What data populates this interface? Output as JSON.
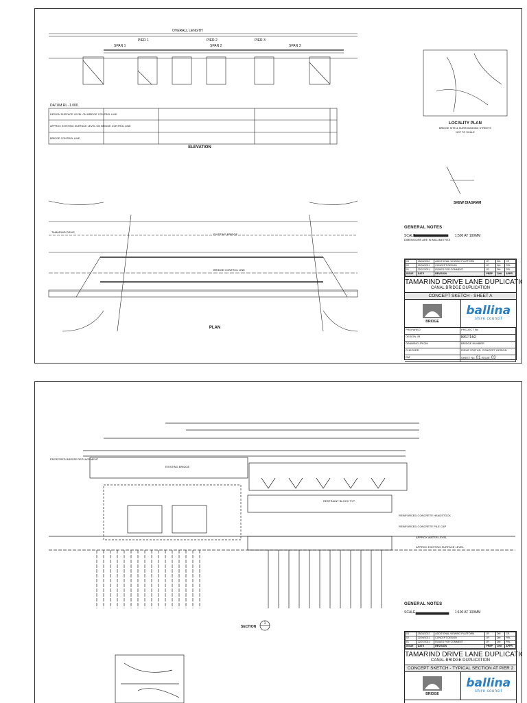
{
  "sheet_a": {
    "elevation_label": "ELEVATION",
    "plan_label": "PLAN",
    "locality_plan": {
      "title": "LOCALITY PLAN",
      "subtitle": "BRIDGE SITE & SURROUNDING STREETS",
      "scale": "NOT TO SCALE"
    },
    "skew_label": "SKEW DIAGRAM",
    "spans": [
      "SPAN 1",
      "SPAN 2",
      "SPAN 3"
    ],
    "piers": [
      "PIER 1",
      "PIER 2",
      "PIER 3"
    ],
    "datum": "DATUM RL -1.000",
    "table_rows": [
      "DESIGN SURFACE LEVEL ON BRIDGE CONTROL LINE",
      "APPROX EXISTING SURFACE LEVEL ON BRIDGE CONTROL LINE",
      "BRIDGE CONTROL LINE"
    ],
    "plan_labels": {
      "drive": "TAMARIND DRIVE",
      "control_line": "BRIDGE CONTROL LINE",
      "existing": "EXISTING BRIDGE"
    },
    "notes": {
      "header": "GENERAL NOTES",
      "scale_word": "SCALE",
      "scale_text": "1:500 AT 100MM",
      "dims_text": "DIMENSIONS ARE IN MILLIMETRES"
    },
    "revisions": [
      [
        "03",
        "25/03/2022",
        "ADDITIONAL VIEWING PLATFORM",
        "JR",
        "DM",
        "CR"
      ],
      [
        "02",
        "22/09/2021",
        "CONCEPT DESIGN",
        "JR",
        "DM",
        "PRL"
      ],
      [
        "01",
        "22/07/2021",
        "ISSUED FOR COMMENT",
        "JR",
        "DM",
        "PRL"
      ]
    ],
    "rev_headers": [
      "ISSUE",
      "DATE",
      "REVISION",
      "PREP",
      "CHK",
      "APPR"
    ],
    "title": "TAMARIND DRIVE LANE DUPLICATION",
    "subtitle": "CANAL BRIDGE DUPLICATION",
    "sketch": "CONCEPT SKETCH - SHEET A",
    "bridge_logo": "BRIDGE",
    "ballina": "ballina",
    "ballina_sub": "shire council",
    "info": {
      "prepared": "PREPARED",
      "checked": "CHECKED",
      "project_no_label": "PROJECT No",
      "project_no": "BKP162",
      "design": "DESIGN",
      "design_by": "JR",
      "design_chk": "DM",
      "drawing": "DRAWING",
      "drawing_by": "JR",
      "drawing_chk": "DM",
      "bridge_number": "BRIDGE NUMBER",
      "issue_status": "ISSUE STATUS:",
      "status": "CONCEPT DESIGN",
      "sheet_no_label": "SHEET No:",
      "sheet_no": "01",
      "issue_label": "ISSUE:",
      "issue": "03"
    }
  },
  "sheet_b": {
    "section_label": "SECTION",
    "section_no": "1",
    "notes": {
      "header": "GENERAL NOTES",
      "scale_word": "SCALE",
      "scale_text": "1:100 AT 100MM"
    },
    "callouts": [
      "PROPOSED BRIDGE REPLACEMENT",
      "EXISTING BRIDGE",
      "RESTRAINT BLOCK TYP.",
      "REINFORCED CONCRETE HEADSTOCK",
      "REINFORCED CONCRETE PILE CAP",
      "APPROX WATER LEVEL",
      "APPROX EXISTING SURFACE LEVEL"
    ],
    "revisions": [
      [
        "03",
        "25/03/2022",
        "ADDITIONAL VIEWING PLATFORM",
        "JR",
        "DM",
        "CR"
      ],
      [
        "02",
        "22/09/2021",
        "CONCEPT DESIGN",
        "JR",
        "DM",
        "PRL"
      ],
      [
        "01",
        "22/07/2021",
        "ISSUED FOR COMMENT",
        "JR",
        "DM",
        "PRL"
      ]
    ],
    "rev_headers": [
      "ISSUE",
      "DATE",
      "REVISION",
      "PREP",
      "CHK",
      "APPR"
    ],
    "title": "TAMARIND DRIVE LANE DUPLICATION",
    "subtitle": "CANAL BRIDGE DUPLICATION",
    "sketch": "CONCEPT SKETCH - TYPICAL SECTION AT PIER 2",
    "bridge_logo": "BRIDGE",
    "ballina": "ballina",
    "ballina_sub": "shire council"
  }
}
